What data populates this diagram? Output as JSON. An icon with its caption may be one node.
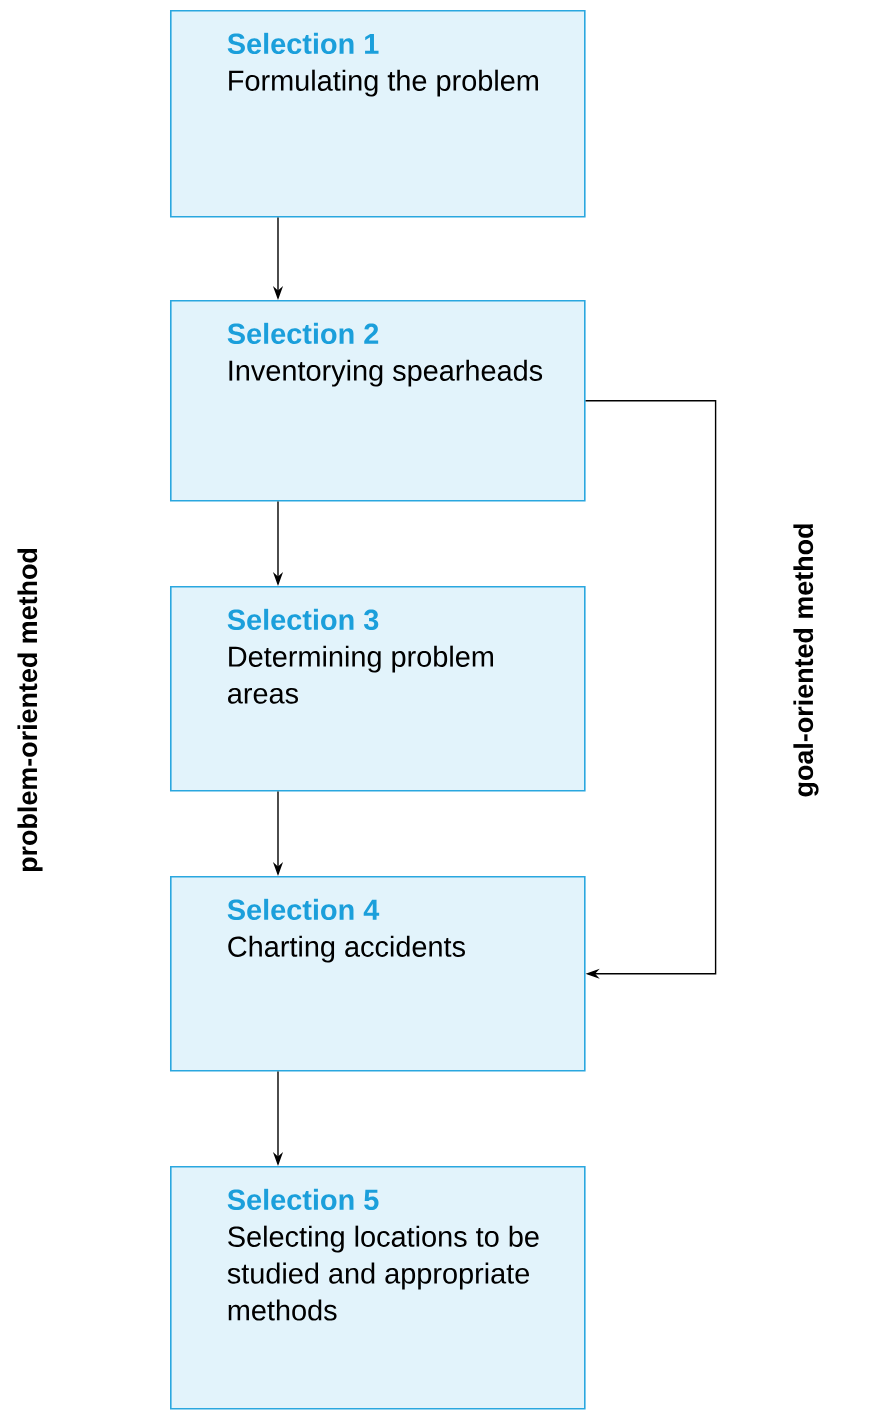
{
  "diagram": {
    "nodes": [
      {
        "text": [
          "Selection 1",
          "Formulating the problem"
        ]
      },
      {
        "text": [
          "Selection 2",
          "Inventorying spearheads"
        ]
      },
      {
        "text": [
          "Selection 3",
          "Determining problem areas"
        ]
      },
      {
        "text": [
          "Selection 4",
          "Charting accidents"
        ]
      },
      {
        "text": [
          "Selection 5",
          "Selecting locations to be studied and appropriate methods"
        ]
      }
    ],
    "edges": [
      {
        "from": 0,
        "to": 1,
        "arrow": "to"
      },
      {
        "from": 1,
        "to": 2,
        "arrow": "to"
      },
      {
        "from": 2,
        "to": 3,
        "arrow": "to"
      },
      {
        "from": 3,
        "to": 4,
        "arrow": "to"
      },
      {
        "from": 1,
        "to": 3,
        "arrow": "to"
      }
    ],
    "labels": [
      "problem-oriented method",
      "goal-oriented method"
    ]
  }
}
